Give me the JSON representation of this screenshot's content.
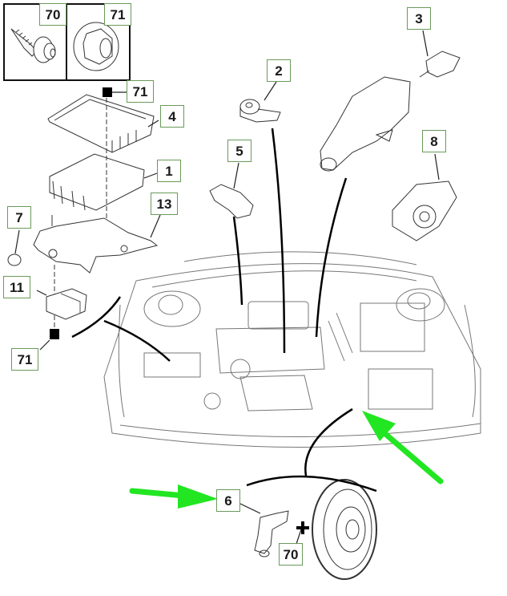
{
  "diagram": {
    "title": "",
    "callouts": [
      {
        "id": "70",
        "label": "70",
        "part": "screw"
      },
      {
        "id": "71a",
        "label": "71",
        "part": "flange-nut"
      },
      {
        "id": "71b",
        "label": "71",
        "part": "nut-marker"
      },
      {
        "id": "4",
        "label": "4",
        "part": "ecu-cover"
      },
      {
        "id": "1",
        "label": "1",
        "part": "engine-control-unit"
      },
      {
        "id": "13",
        "label": "13",
        "part": "ecu-bracket"
      },
      {
        "id": "7",
        "label": "7",
        "part": "clip"
      },
      {
        "id": "11",
        "label": "11",
        "part": "relay-module"
      },
      {
        "id": "71c",
        "label": "71",
        "part": "nut-marker-lower"
      },
      {
        "id": "2",
        "label": "2",
        "part": "knock-sensor"
      },
      {
        "id": "5",
        "label": "5",
        "part": "pressure-sensor"
      },
      {
        "id": "3",
        "label": "3",
        "part": "coolant-temperature-sensor"
      },
      {
        "id": "8",
        "label": "8",
        "part": "throttle-position-sensor"
      },
      {
        "id": "6",
        "label": "6",
        "part": "crankshaft-position-sensor"
      },
      {
        "id": "70b",
        "label": "70",
        "part": "sensor-screw"
      }
    ],
    "arrow_color": "#22e622",
    "label_border_color": "#6a9a5a"
  }
}
